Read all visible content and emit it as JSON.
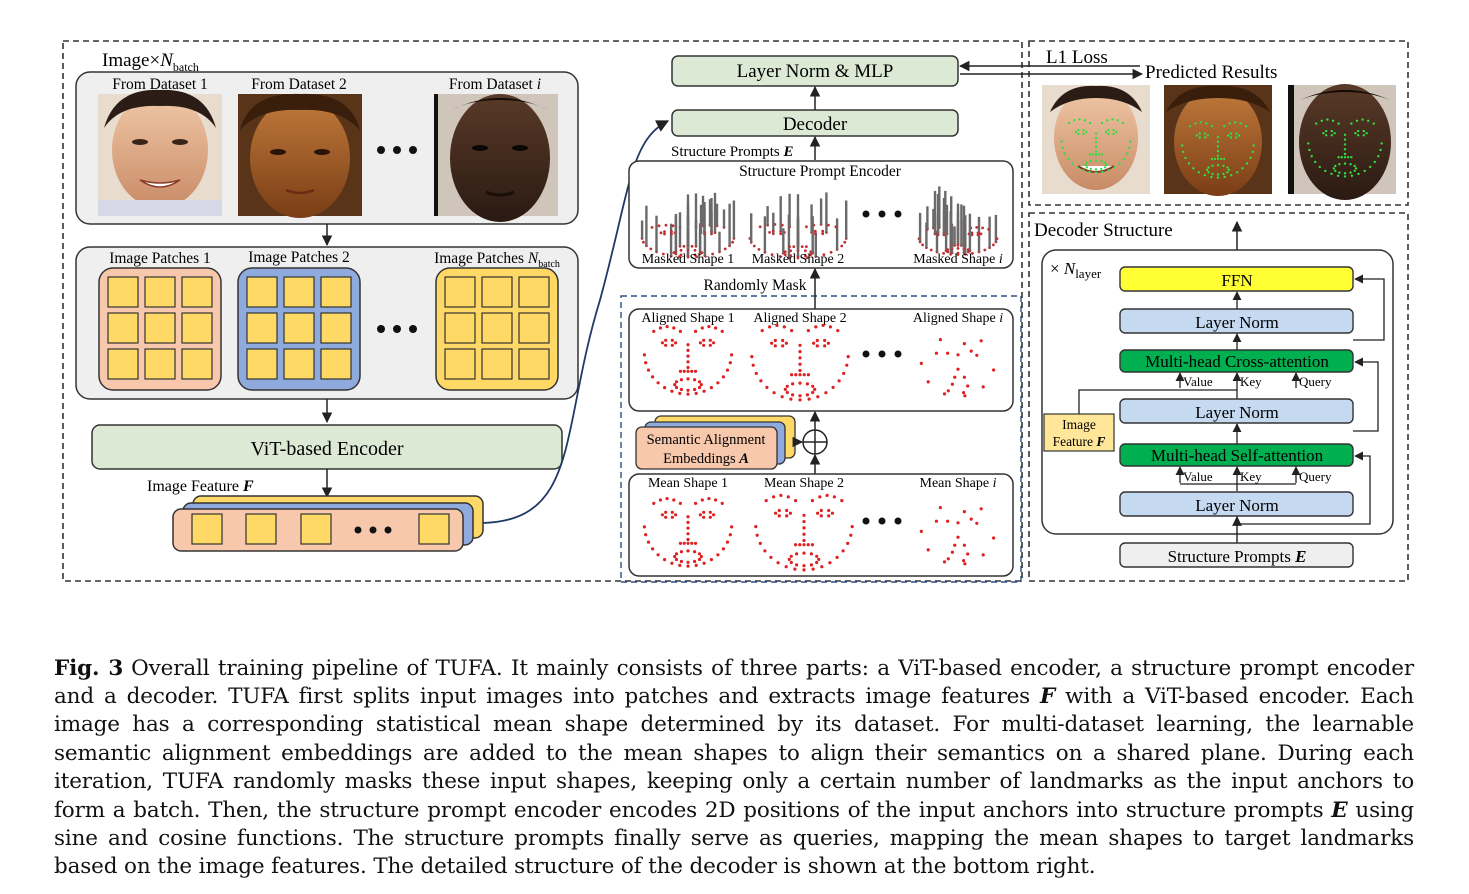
{
  "figure": {
    "batch_label": "Image×",
    "batch_var": "N",
    "batch_sub": "batch",
    "datasets": [
      {
        "label": "From Dataset 1",
        "var": ""
      },
      {
        "label": "From Dataset 2",
        "var": ""
      },
      {
        "label": "From Dataset ",
        "var": "i"
      }
    ],
    "patches": [
      {
        "label": "Image Patches 1",
        "var": "",
        "sub": ""
      },
      {
        "label": "Image Patches 2",
        "var": "",
        "sub": ""
      },
      {
        "label": "Image Patches ",
        "var": "N",
        "sub": "batch"
      }
    ],
    "encoder": "ViT-based Encoder",
    "feature_label": "Image Feature ",
    "feature_var": "F",
    "layernorm_mlp": "Layer Norm & MLP",
    "decoder": "Decoder",
    "structure_prompts_label": "Structure Prompts ",
    "structure_prompts_var": "E",
    "spe_title": "Structure Prompt Encoder",
    "masked": [
      {
        "label": "Masked Shape 1",
        "var": ""
      },
      {
        "label": "Masked Shape 2",
        "var": ""
      },
      {
        "label": "Masked Shape ",
        "var": "i"
      }
    ],
    "randomly_mask": "Randomly Mask",
    "aligned": [
      {
        "label": "Aligned Shape 1",
        "var": ""
      },
      {
        "label": "Aligned Shape 2",
        "var": ""
      },
      {
        "label": "Aligned Shape ",
        "var": "i"
      }
    ],
    "sae_line1": "Semantic Alignment",
    "sae_line2": "Embeddings ",
    "sae_var": "A",
    "mean": [
      {
        "label": "Mean Shape 1",
        "var": ""
      },
      {
        "label": "Mean Shape 2",
        "var": ""
      },
      {
        "label": "Mean Shape ",
        "var": "i"
      }
    ],
    "l1_loss": "L1 Loss",
    "predicted_results": "Predicted Results",
    "decoder_structure": "Decoder Structure",
    "times_label": "× ",
    "layer_var": "N",
    "layer_sub": "layer",
    "ffn": "FFN",
    "layer_norm": "Layer Norm",
    "cross_attention": "Multi-head Cross-attention",
    "self_attention": "Multi-head Self-attention",
    "value": "Value",
    "key": "Key",
    "query": "Query",
    "image_feature_line1": "Image",
    "image_feature_line2": "Feature ",
    "image_feature_var": "F",
    "structure_prompts_box": "Structure Prompts ",
    "structure_prompts_box_var": "E",
    "colors": {
      "green_box": "#dce9d5",
      "pink": "#f7c8ac",
      "blue": "#8faadc",
      "yellow_patch": "#ffd966",
      "ffn_yellow": "#ffff33",
      "attention_green": "#00b050",
      "layernorm_blue": "#c5d9f1",
      "landmark_red": "#e02020",
      "gray_panel": "#efefef"
    }
  },
  "caption": {
    "label": "Fig. 3",
    "parts": [
      "Overall training pipeline of TUFA. It mainly consists of three parts: a ViT-based encoder, a structure prompt encoder and a decoder. TUFA first splits input images into patches and extracts image features ",
      "F",
      " with a ViT-based encoder. Each image has a corresponding statistical mean shape determined by its dataset. For multi-dataset learning, the learnable semantic alignment embeddings are added to the mean shapes to align their semantics on a shared plane. During each iteration, TUFA randomly masks these input shapes, keeping only a certain number of landmarks as the input anchors to form a batch. Then, the structure prompt encoder encodes 2D positions of the input anchors into structure prompts ",
      "E",
      " using sine and cosine functions. The structure prompts finally serve as queries, mapping the mean shapes to target landmarks based on the image features. The detailed structure of the decoder is shown at the bottom right."
    ]
  }
}
